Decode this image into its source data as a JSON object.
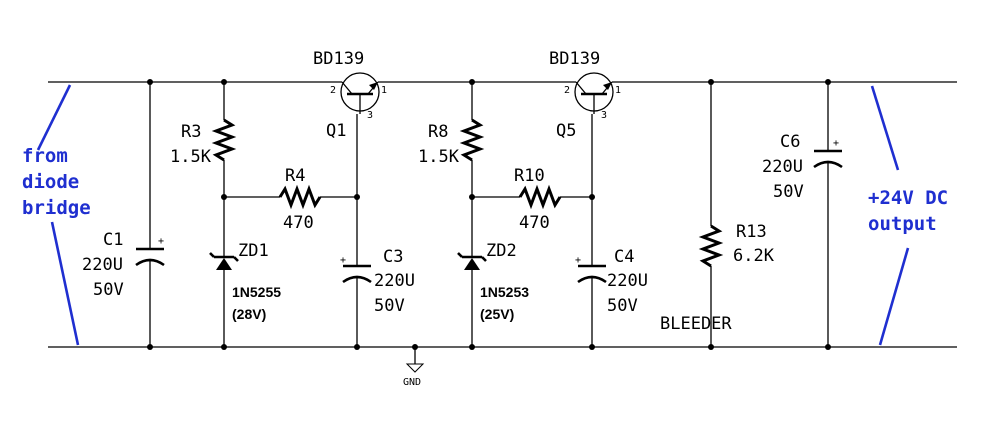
{
  "notes": {
    "input": [
      "from",
      "diode",
      "bridge"
    ],
    "output": [
      "+24V DC",
      "output"
    ]
  },
  "q1": {
    "type": "BD139",
    "ref": "Q1",
    "pins": [
      "2",
      "1",
      "3"
    ]
  },
  "q5": {
    "type": "BD139",
    "ref": "Q5",
    "pins": [
      "2",
      "1",
      "3"
    ]
  },
  "c1": {
    "ref": "C1",
    "value": "220U",
    "voltage": "50V"
  },
  "c3": {
    "ref": "C3",
    "value": "220U",
    "voltage": "50V"
  },
  "c4": {
    "ref": "C4",
    "value": "220U",
    "voltage": "50V"
  },
  "c6": {
    "ref": "C6",
    "value": "220U",
    "voltage": "50V"
  },
  "r3": {
    "ref": "R3",
    "value": "1.5K"
  },
  "r4": {
    "ref": "R4",
    "value": "470"
  },
  "r8": {
    "ref": "R8",
    "value": "1.5K"
  },
  "r10": {
    "ref": "R10",
    "value": "470"
  },
  "r13": {
    "ref": "R13",
    "value": "6.2K",
    "note": "BLEEDER"
  },
  "zd1": {
    "ref": "ZD1",
    "part": "1N5255",
    "rating": "(28V)"
  },
  "zd2": {
    "ref": "ZD2",
    "part": "1N5253",
    "rating": "(25V)"
  },
  "ground": {
    "label": "GND"
  },
  "polarity": {
    "plus": "+"
  }
}
